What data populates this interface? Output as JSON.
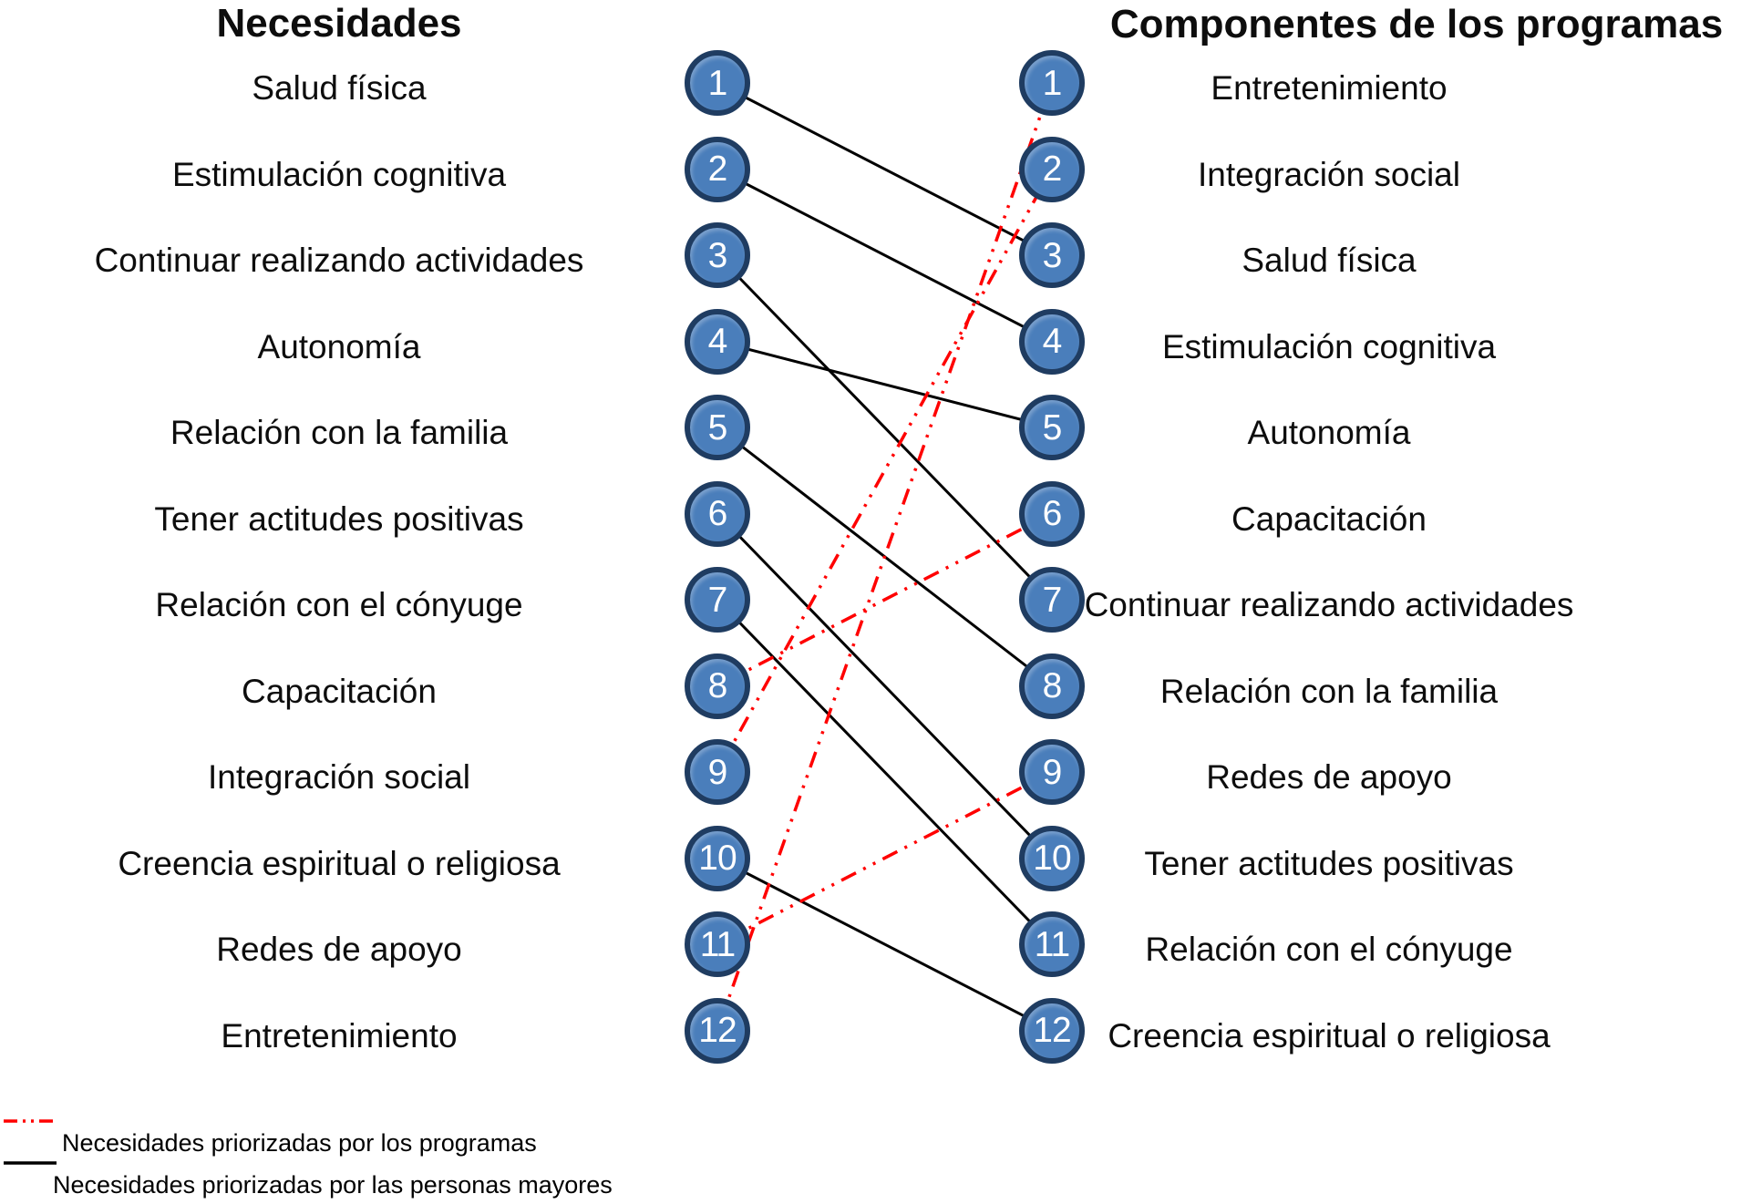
{
  "headers": {
    "left": "Necesidades",
    "right": "Componentes de los programas"
  },
  "needs": [
    {
      "num": "1",
      "label": "Salud física"
    },
    {
      "num": "2",
      "label": "Estimulación cognitiva"
    },
    {
      "num": "3",
      "label": "Continuar realizando actividades"
    },
    {
      "num": "4",
      "label": "Autonomía"
    },
    {
      "num": "5",
      "label": "Relación con la familia"
    },
    {
      "num": "6",
      "label": "Tener actitudes positivas"
    },
    {
      "num": "7",
      "label": "Relación con el cónyuge"
    },
    {
      "num": "8",
      "label": "Capacitación"
    },
    {
      "num": "9",
      "label": "Integración social"
    },
    {
      "num": "10",
      "label": "Creencia espiritual o religiosa"
    },
    {
      "num": "11",
      "label": "Redes de apoyo"
    },
    {
      "num": "12",
      "label": "Entretenimiento"
    }
  ],
  "components": [
    {
      "num": "1",
      "label": "Entretenimiento"
    },
    {
      "num": "2",
      "label": "Integración social"
    },
    {
      "num": "3",
      "label": "Salud física"
    },
    {
      "num": "4",
      "label": "Estimulación cognitiva"
    },
    {
      "num": "5",
      "label": "Autonomía"
    },
    {
      "num": "6",
      "label": "Capacitación"
    },
    {
      "num": "7",
      "label": "Continuar realizando actividades"
    },
    {
      "num": "8",
      "label": "Relación con la familia"
    },
    {
      "num": "9",
      "label": "Redes de apoyo"
    },
    {
      "num": "10",
      "label": "Tener actitudes positivas"
    },
    {
      "num": "11",
      "label": "Relación con el cónyuge"
    },
    {
      "num": "12",
      "label": "Creencia espiritual o religiosa"
    }
  ],
  "connections": {
    "prioritized_by_elders": [
      {
        "need": 1,
        "component": 3
      },
      {
        "need": 2,
        "component": 4
      },
      {
        "need": 3,
        "component": 7
      },
      {
        "need": 4,
        "component": 5
      },
      {
        "need": 5,
        "component": 8
      },
      {
        "need": 6,
        "component": 10
      },
      {
        "need": 7,
        "component": 11
      },
      {
        "need": 10,
        "component": 12
      }
    ],
    "prioritized_by_programs": [
      {
        "need": 12,
        "component": 1
      },
      {
        "need": 9,
        "component": 2
      },
      {
        "need": 8,
        "component": 6
      },
      {
        "need": 11,
        "component": 9
      }
    ]
  },
  "legend": {
    "programs": {
      "label": "Necesidades priorizadas por los programas",
      "style": "dash-dot-dot"
    },
    "elders": {
      "label": "Necesidades priorizadas por las personas mayores",
      "style": "solid"
    }
  },
  "colors": {
    "node_fill": "#4a7ebb",
    "node_border": "#1f3c61",
    "node_text": "#ffffff",
    "line_programs": "#ff0000",
    "line_elders": "#000000"
  }
}
